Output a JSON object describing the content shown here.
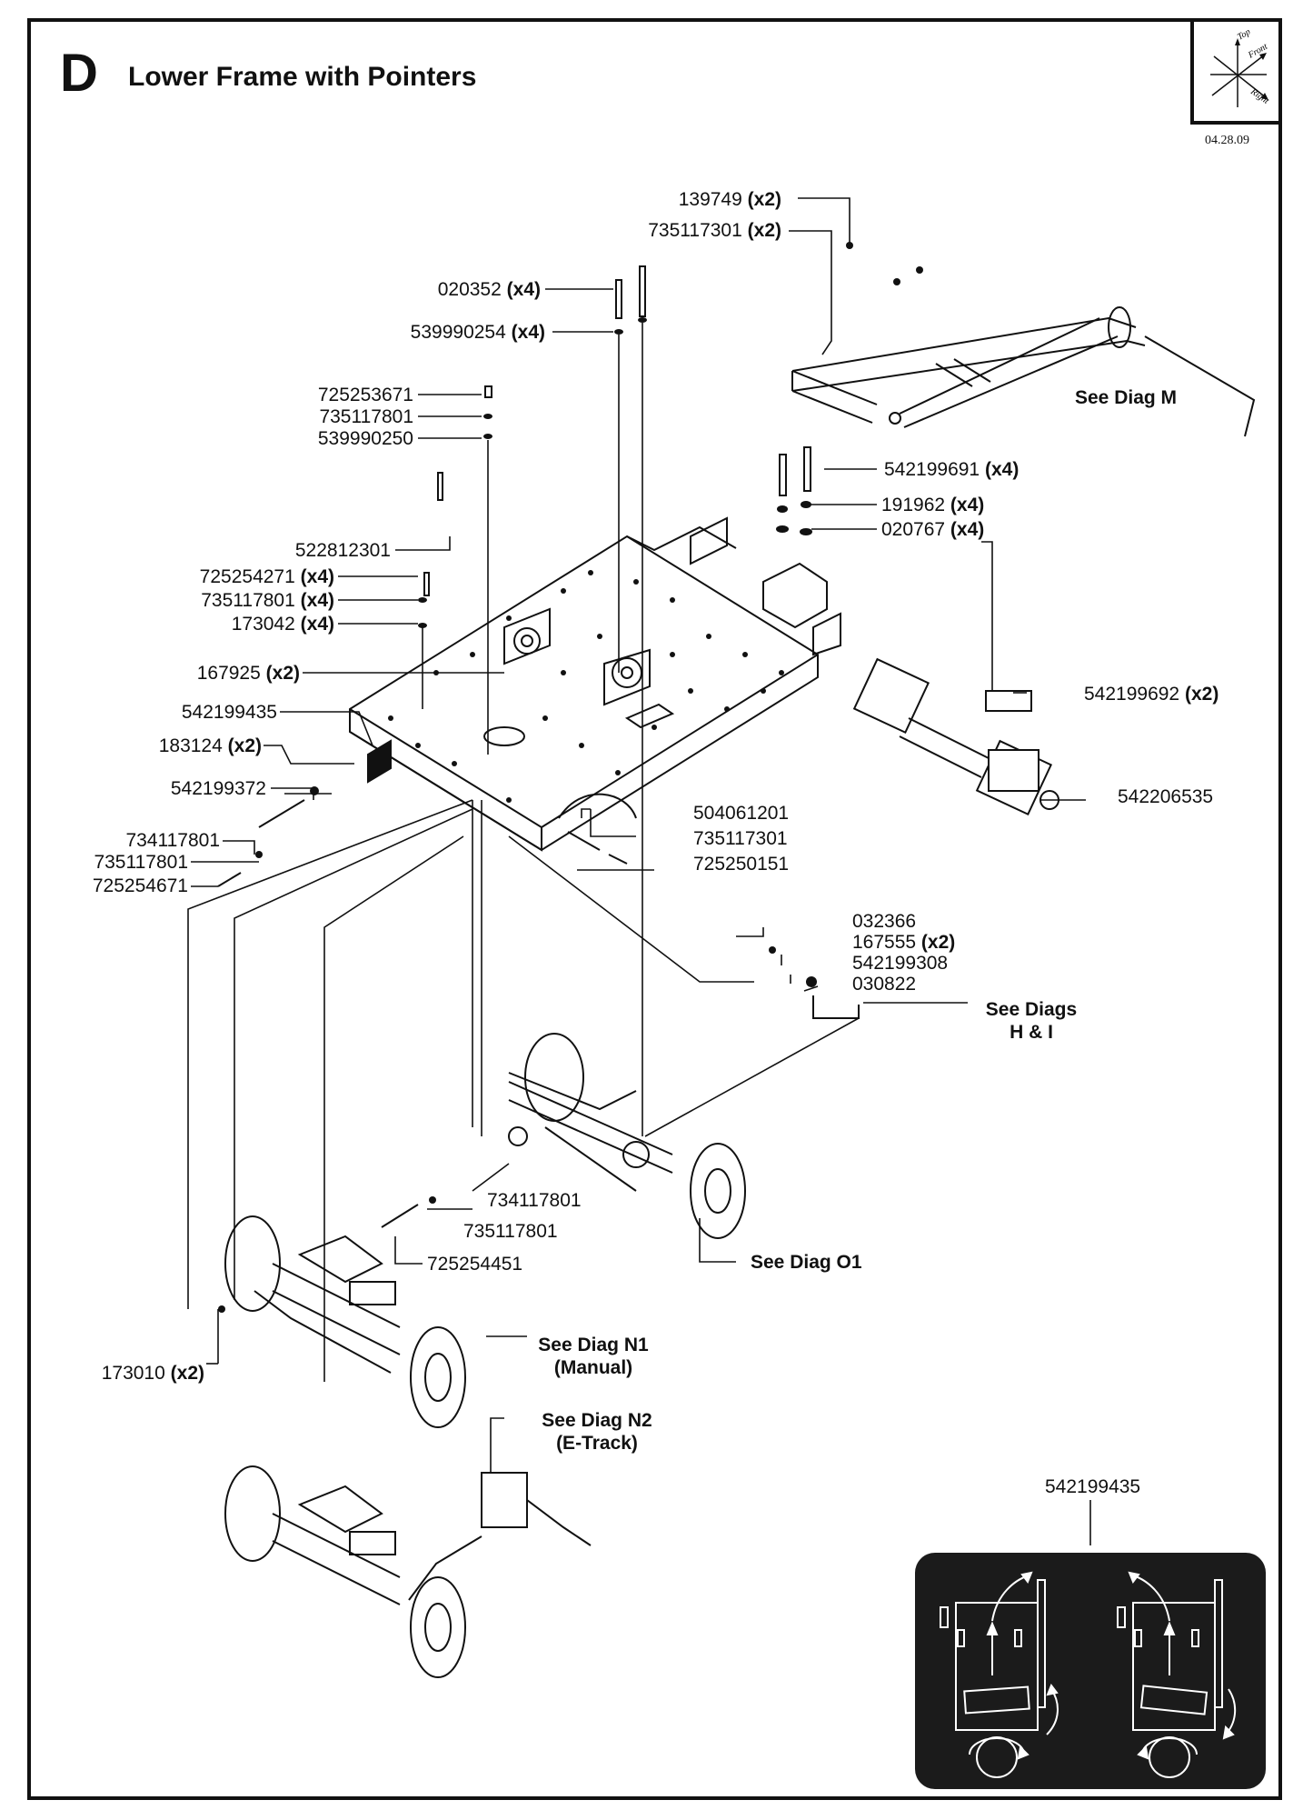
{
  "header": {
    "letter": "D",
    "title": "Lower Frame with Pointers",
    "date": "04.28.09"
  },
  "compass": {
    "top": "Top",
    "front": "Front",
    "right": "Right"
  },
  "parts": [
    {
      "num": "139749",
      "qty": "(x2)"
    },
    {
      "num": "735117301",
      "qty": "(x2)"
    },
    {
      "num": "020352",
      "qty": "(x4)"
    },
    {
      "num": "539990254",
      "qty": "(x4)"
    },
    {
      "num": "725253671",
      "qty": ""
    },
    {
      "num": "735117801",
      "qty": ""
    },
    {
      "num": "539990250",
      "qty": ""
    },
    {
      "num": "522812301",
      "qty": ""
    },
    {
      "num": "725254271",
      "qty": "(x4)"
    },
    {
      "num": "735117801",
      "qty": "(x4)"
    },
    {
      "num": "173042",
      "qty": "(x4)"
    },
    {
      "num": "167925",
      "qty": "(x2)"
    },
    {
      "num": "542199435",
      "qty": ""
    },
    {
      "num": "183124",
      "qty": "(x2)"
    },
    {
      "num": "542199372",
      "qty": ""
    },
    {
      "num": "734117801",
      "qty": ""
    },
    {
      "num": "735117801",
      "qty": ""
    },
    {
      "num": "725254671",
      "qty": ""
    },
    {
      "num": "542199691",
      "qty": "(x4)"
    },
    {
      "num": "191962",
      "qty": "(x4)"
    },
    {
      "num": "020767",
      "qty": "(x4)"
    },
    {
      "num": "542199692",
      "qty": "(x2)"
    },
    {
      "num": "542206535",
      "qty": ""
    },
    {
      "num": "504061201",
      "qty": ""
    },
    {
      "num": "735117301",
      "qty": ""
    },
    {
      "num": "725250151",
      "qty": ""
    },
    {
      "num": "032366",
      "qty": ""
    },
    {
      "num": "167555",
      "qty": "(x2)"
    },
    {
      "num": "542199308",
      "qty": ""
    },
    {
      "num": "030822",
      "qty": ""
    },
    {
      "num": "734117801",
      "qty": ""
    },
    {
      "num": "735117801",
      "qty": ""
    },
    {
      "num": "725254451",
      "qty": ""
    },
    {
      "num": "173010",
      "qty": "(x2)"
    },
    {
      "num": "542199435",
      "qty": ""
    }
  ],
  "references": {
    "diag_m": "See Diag M",
    "diag_hi_1": "See Diags",
    "diag_hi_2": "H & I",
    "diag_o1": "See Diag O1",
    "diag_n1_1": "See Diag N1",
    "diag_n1_2": "(Manual)",
    "diag_n2_1": "See Diag N2",
    "diag_n2_2": "(E-Track)"
  },
  "colors": {
    "line": "#111111",
    "inset_bg": "#1b1b1b",
    "inset_fg": "#ffffff"
  }
}
